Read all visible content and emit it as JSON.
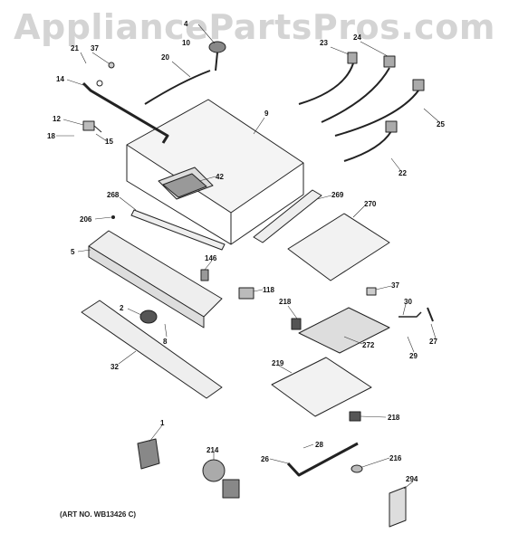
{
  "watermark": "AppliancePartsPros.com",
  "art_number": "(ART NO. WB13426 C)",
  "callouts": [
    "4",
    "10",
    "21",
    "37",
    "20",
    "23",
    "24",
    "14",
    "9",
    "25",
    "12",
    "18",
    "15",
    "42",
    "22",
    "268",
    "269",
    "270",
    "206",
    "5",
    "146",
    "118",
    "37",
    "218",
    "30",
    "2",
    "8",
    "272",
    "27",
    "29",
    "32",
    "219",
    "218",
    "1",
    "28",
    "214",
    "26",
    "216",
    "294"
  ]
}
